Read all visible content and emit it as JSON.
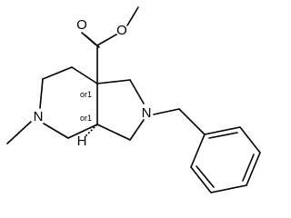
{
  "molecule": {
    "atoms": {
      "ether_oxygen": "O",
      "carbonyl_oxygen": "O",
      "piperidine_nitrogen": "N",
      "pyrrolidine_nitrogen": "N",
      "stereo_hydrogen": "H"
    },
    "stereo_labels": {
      "quaternary_center": "or1",
      "ring_fusion_center": "or1"
    }
  }
}
